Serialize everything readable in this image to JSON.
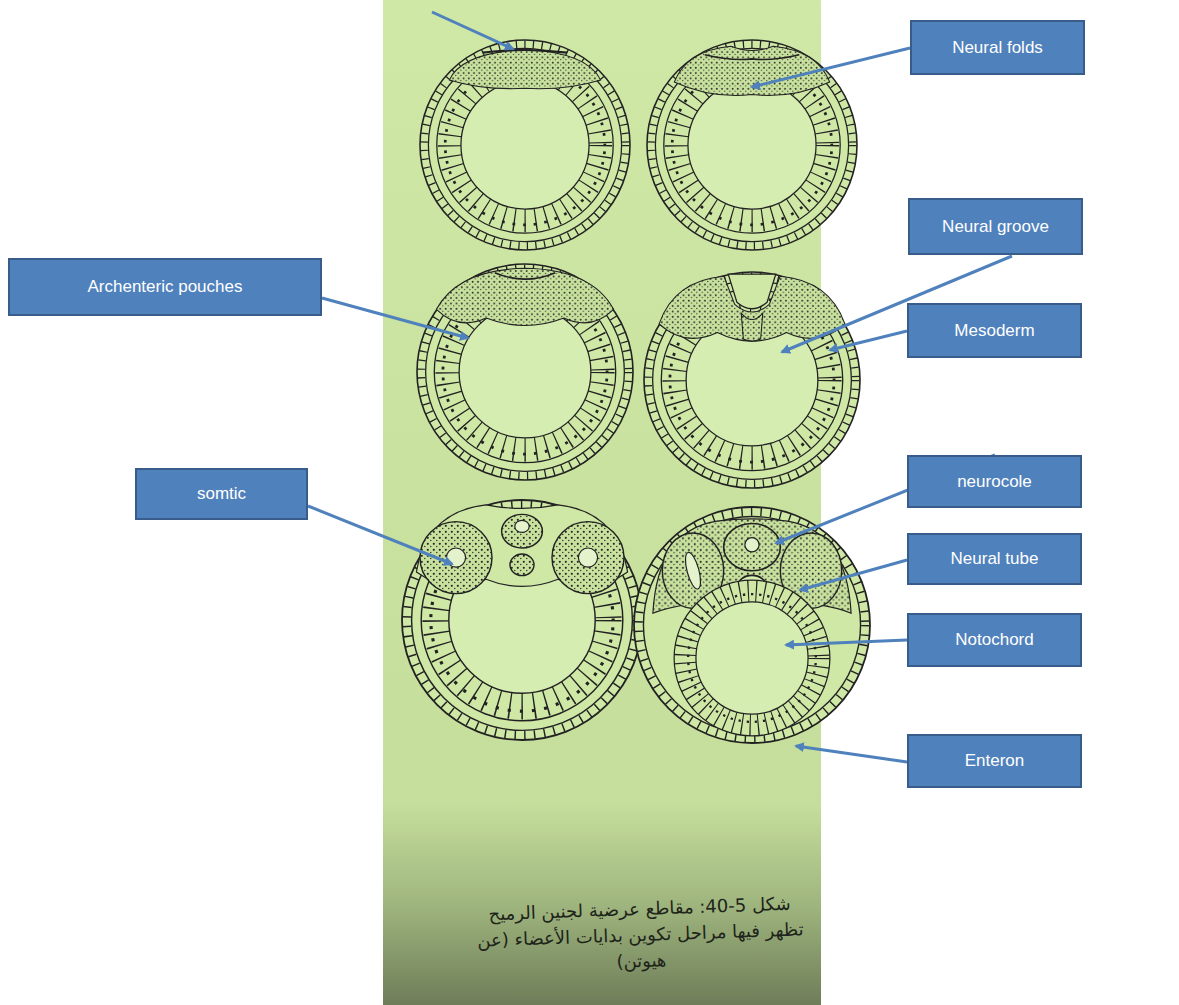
{
  "diagram": {
    "caption": "شكل 5-40: مقاطع عرضية لجنين الرميح تظهر فيها مراحل تكوين بدايات الأعضاء (عن هيوتن)",
    "nodes": [
      {
        "text": [
          "Neural folds"
        ]
      },
      {
        "text": [
          "Archenteric pouches"
        ]
      },
      {
        "text": [
          "Neural  groove"
        ]
      },
      {
        "text": [
          "Mesoderm"
        ]
      },
      {
        "text": [
          "somtic"
        ]
      },
      {
        "text": [
          "neurocole"
        ]
      },
      {
        "text": [
          "Neural  tube"
        ]
      },
      {
        "text": [
          "Notochord"
        ]
      },
      {
        "text": [
          "Enteron"
        ]
      }
    ]
  }
}
